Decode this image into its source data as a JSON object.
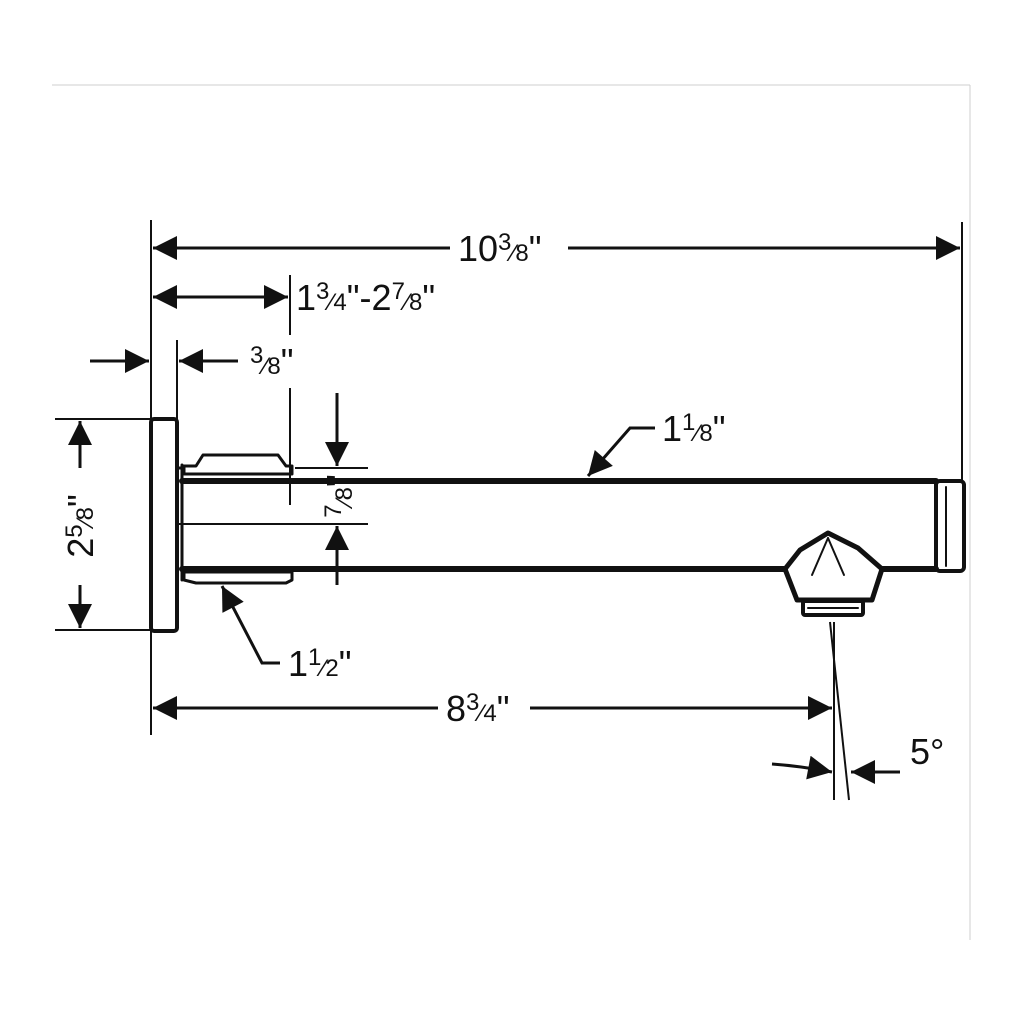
{
  "colors": {
    "ink": "#111111",
    "frame": "#cfcfcf",
    "background": "#ffffff"
  },
  "dimensions": {
    "overall_length": {
      "whole": "10",
      "num": "3",
      "den": "8",
      "unit": "\""
    },
    "wall_adjust": {
      "a_whole": "1",
      "a_num": "3",
      "a_den": "4",
      "sep": "\"-",
      "b_whole": "2",
      "b_num": "7",
      "b_den": "8",
      "unit": "\""
    },
    "plate_thickness": {
      "num": "3",
      "den": "8",
      "unit": "\""
    },
    "plate_height": {
      "whole": "2",
      "num": "5",
      "den": "8",
      "unit": "\""
    },
    "spout_height": {
      "num": "7",
      "den": "8",
      "unit": "\""
    },
    "spout_diameter": {
      "whole": "1",
      "num": "1",
      "den": "8",
      "unit": "\""
    },
    "nut_size": {
      "whole": "1",
      "num": "1",
      "den": "2",
      "unit": "\""
    },
    "reach": {
      "whole": "8",
      "num": "3",
      "den": "4",
      "unit": "\""
    },
    "angle": {
      "value": "5",
      "unit": "°"
    }
  }
}
